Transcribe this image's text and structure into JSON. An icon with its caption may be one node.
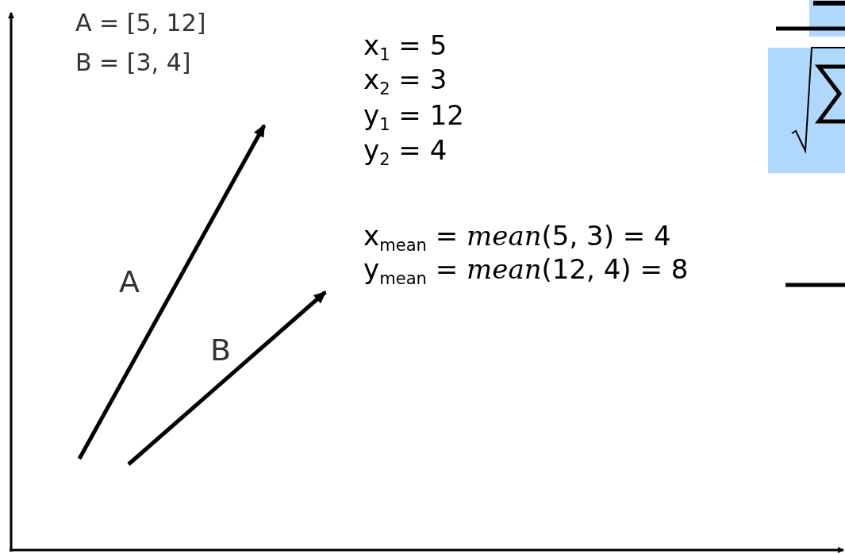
{
  "diagram": {
    "labels": [
      "A = [5, 12]",
      "B = [3, 4]",
      "x$_{1}$ = 5",
      "x$_{2}$ = 3",
      "y$_{1}$ = 12",
      "y$_{2}$ = 4",
      "x$_{mean}$ = *mean*(5, 3) = 4",
      "y$_{mean}$ = *mean*(12, 4) = 8",
      "A",
      "B"
    ]
  }
}
